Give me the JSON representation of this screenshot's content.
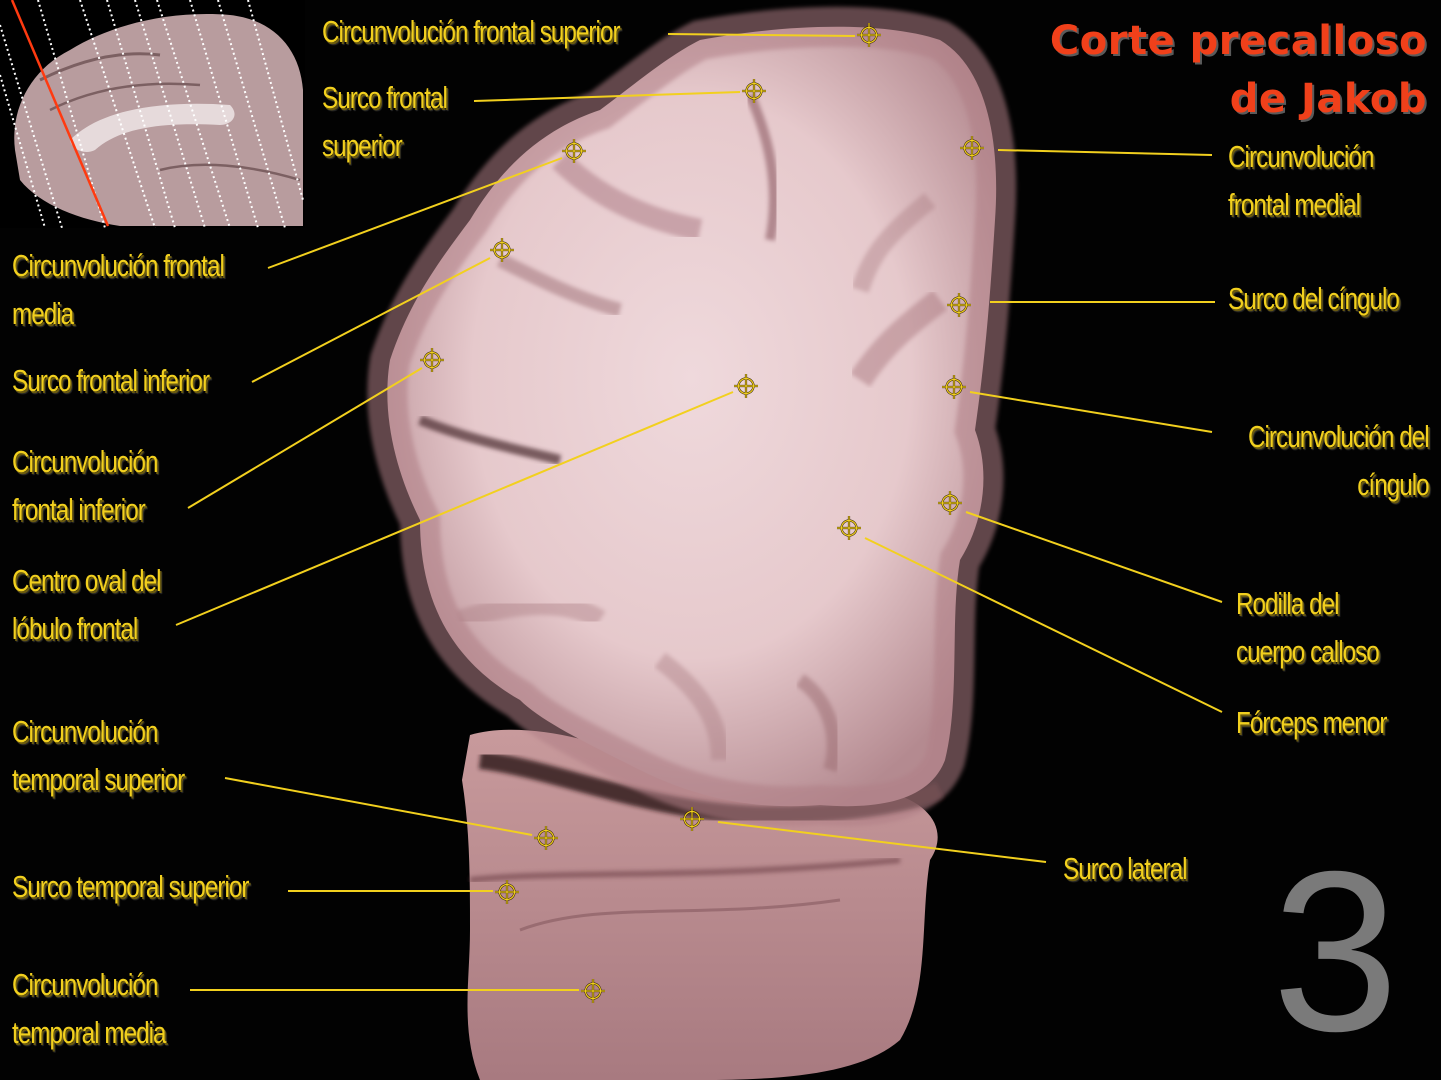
{
  "title": {
    "line1": "Corte precalloso",
    "line2": "de Jakob",
    "color": "#f0401a"
  },
  "slide_number": "3",
  "label_color": "#f2d01e",
  "thumbnail": {
    "description": "sagittal-brain-thumbnail",
    "cut_line_color": "#ff3a10",
    "guide_line_color": "#ffffff"
  },
  "labels": [
    {
      "id": "circ-frontal-superior",
      "lines": [
        "Circunvolución frontal superior"
      ],
      "marker": [
        869,
        35
      ]
    },
    {
      "id": "surco-frontal-superior",
      "lines": [
        "Surco frontal",
        "superior"
      ],
      "marker": [
        754,
        91
      ]
    },
    {
      "id": "circ-frontal-media",
      "lines": [
        "Circunvolución frontal",
        "media"
      ],
      "marker": [
        574,
        151
      ]
    },
    {
      "id": "surco-frontal-inferior",
      "lines": [
        "Surco frontal inferior"
      ],
      "marker": [
        502,
        250
      ]
    },
    {
      "id": "circ-frontal-inferior",
      "lines": [
        "Circunvolución",
        "frontal inferior"
      ],
      "marker": [
        432,
        360
      ]
    },
    {
      "id": "centro-oval",
      "lines": [
        "Centro oval del",
        "lóbulo frontal"
      ],
      "marker": [
        746,
        386
      ]
    },
    {
      "id": "circ-temporal-superior",
      "lines": [
        "Circunvolución",
        "temporal superior"
      ],
      "marker": [
        546,
        838
      ]
    },
    {
      "id": "surco-temporal-superior",
      "lines": [
        "Surco temporal superior"
      ],
      "marker": [
        507,
        892
      ]
    },
    {
      "id": "circ-temporal-media",
      "lines": [
        "Circunvolución",
        "temporal media"
      ],
      "marker": [
        593,
        991
      ]
    },
    {
      "id": "circ-frontal-medial",
      "lines": [
        "Circunvolución",
        "frontal medial"
      ],
      "marker": [
        972,
        148
      ]
    },
    {
      "id": "surco-cingulo",
      "lines": [
        "Surco del cíngulo"
      ],
      "marker": [
        959,
        305
      ]
    },
    {
      "id": "circ-cingulo",
      "lines": [
        "Circunvolución del",
        "cíngulo"
      ],
      "marker": [
        954,
        387
      ]
    },
    {
      "id": "rodilla-cuerpo-calloso",
      "lines": [
        "Rodilla del",
        "cuerpo calloso"
      ],
      "marker": [
        950,
        503
      ]
    },
    {
      "id": "forceps-menor",
      "lines": [
        "Fórceps menor"
      ],
      "marker": [
        849,
        528
      ]
    },
    {
      "id": "surco-lateral",
      "lines": [
        "Surco lateral"
      ],
      "marker": [
        692,
        819
      ]
    }
  ]
}
